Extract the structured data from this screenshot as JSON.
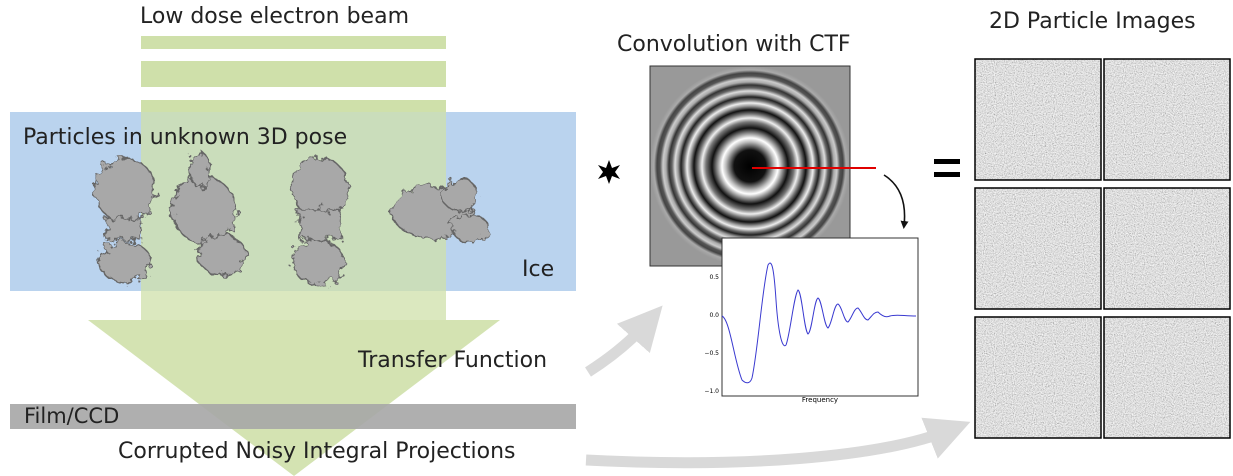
{
  "labels": {
    "beam": "Low dose electron beam",
    "particles": "Particles in unknown 3D pose",
    "ice": "Ice",
    "film": "Film/CCD",
    "projections": "Corrupted Noisy Integral Projections",
    "transfer": "Transfer Function",
    "ctf_title": "Convolution with CTF",
    "images_title": "2D Particle Images"
  },
  "symbols": {
    "convolve": "✷",
    "equals": "="
  },
  "ctf_plot": {
    "xlabel": "Frequency",
    "yticks": [
      "0.5",
      "0.0",
      "−0.5",
      "−1.0"
    ]
  },
  "colors": {
    "beam": "#cfe0aa",
    "ice": "#a9c8ea",
    "film": "#a6a6a6",
    "radial_line": "#e00000",
    "ctf_curve": "#3a3ad0",
    "arrow": "#d9d9d9"
  }
}
